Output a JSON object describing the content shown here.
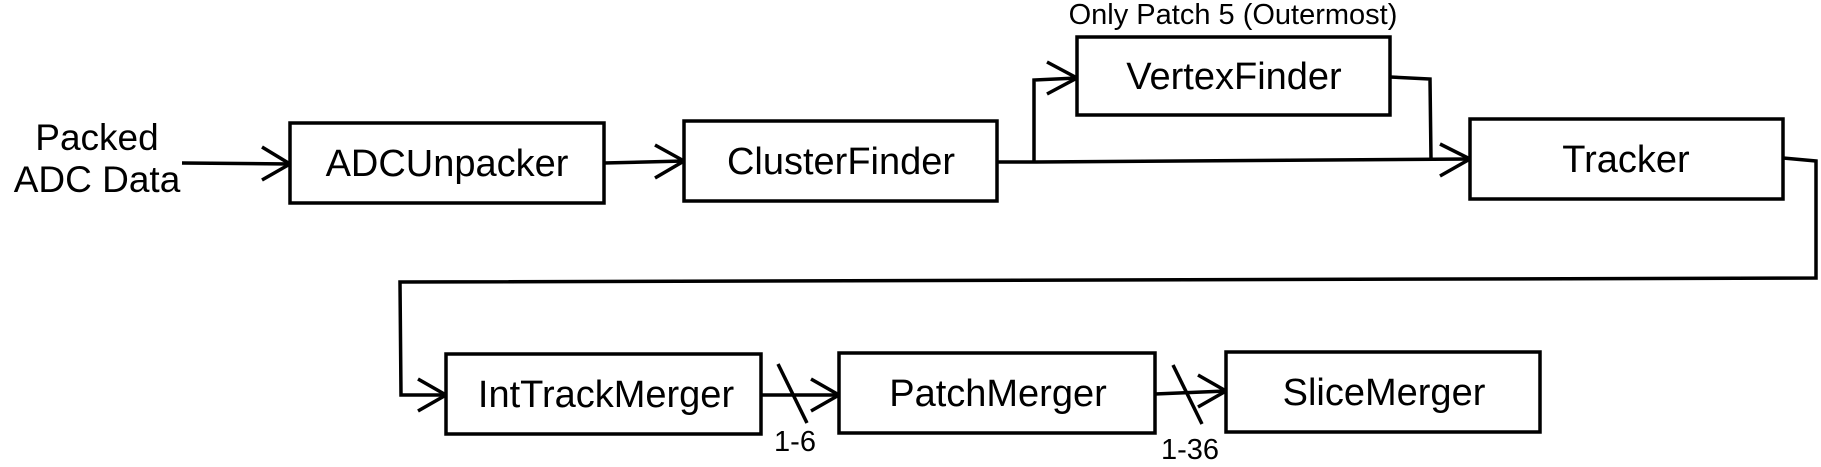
{
  "input": {
    "line1": "Packed",
    "line2": "ADC Data"
  },
  "nodes": {
    "adc_unpacker": "ADCUnpacker",
    "cluster_finder": "ClusterFinder",
    "vertex_finder": "VertexFinder",
    "tracker": "Tracker",
    "int_track_merger": "IntTrackMerger",
    "patch_merger": "PatchMerger",
    "slice_merger": "SliceMerger"
  },
  "annotations": {
    "vertex_note": "Only Patch 5 (Outermost)",
    "bus_1": "1-6",
    "bus_2": "1-36"
  }
}
